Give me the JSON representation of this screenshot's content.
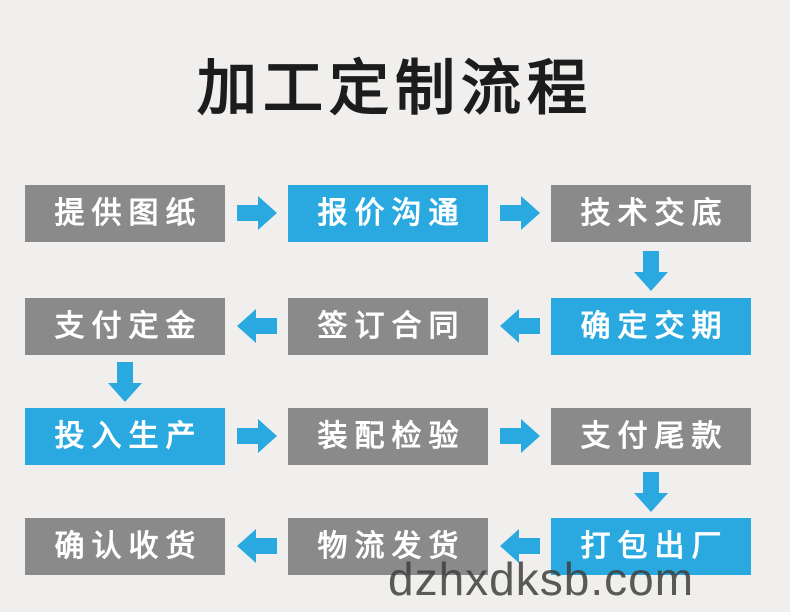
{
  "page": {
    "title": "加工定制流程",
    "watermark": "dzhxdksb.com"
  },
  "colors": {
    "accent": "#29a9e0",
    "box-gray": "#8a8a8a",
    "background": "#f0efee",
    "title": "#1c1c1c",
    "box-text": "#ffffff",
    "watermark": "#3f3f3f"
  },
  "flow": {
    "rows": [
      {
        "direction": "right",
        "steps": [
          {
            "label": "提供图纸",
            "variant": "gray"
          },
          {
            "label": "报价沟通",
            "variant": "blue"
          },
          {
            "label": "技术交底",
            "variant": "gray"
          }
        ]
      },
      {
        "direction": "left",
        "steps": [
          {
            "label": "支付定金",
            "variant": "gray"
          },
          {
            "label": "签订合同",
            "variant": "gray"
          },
          {
            "label": "确定交期",
            "variant": "blue"
          }
        ]
      },
      {
        "direction": "right",
        "steps": [
          {
            "label": "投入生产",
            "variant": "blue"
          },
          {
            "label": "装配检验",
            "variant": "gray"
          },
          {
            "label": "支付尾款",
            "variant": "gray"
          }
        ]
      },
      {
        "direction": "left",
        "steps": [
          {
            "label": "确认收货",
            "variant": "gray"
          },
          {
            "label": "物流发货",
            "variant": "gray"
          },
          {
            "label": "打包出厂",
            "variant": "blue"
          }
        ]
      }
    ]
  }
}
